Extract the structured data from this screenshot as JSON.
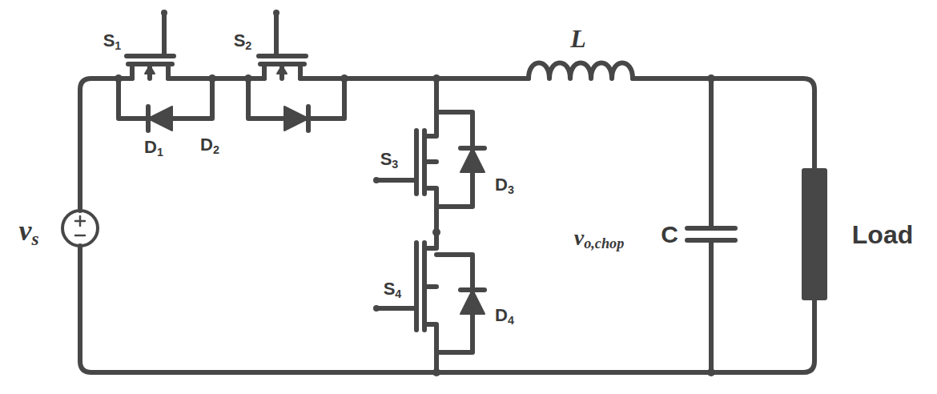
{
  "diagram": {
    "labels": [
      "S1",
      "S2",
      "D1",
      "D2",
      "S3",
      "D3",
      "S4",
      "D4",
      "L",
      "vs",
      "vo,chop",
      "C",
      "Load"
    ]
  }
}
